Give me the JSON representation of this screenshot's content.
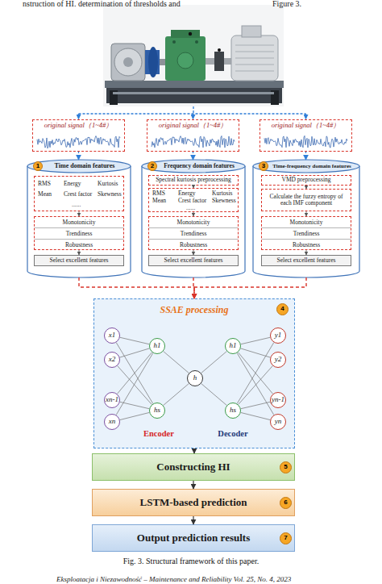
{
  "diagram": {
    "caption": "Fig. 3. Structural framework of this paper.",
    "nodes": [
      {
        "text": [
          "original signal（1~4#）"
        ]
      },
      {
        "text": [
          "original signal（1~4#）"
        ]
      },
      {
        "text": [
          "original signal（1~4#）"
        ]
      },
      {
        "text": [
          "Time domain features"
        ]
      },
      {
        "text": [
          "1"
        ],
        "in": 3
      },
      {
        "text": [
          "RMS",
          "Mean",
          "Energy",
          "Crest factor",
          "Kurtosis",
          "Skewness",
          "......"
        ],
        "in": 3
      },
      {
        "text": [
          "Monotonicity",
          "Trendiness",
          "Robustness"
        ],
        "in": 3
      },
      {
        "text": [
          "Select excellent features"
        ],
        "in": 3
      },
      {
        "text": [
          "Frequency domain features"
        ]
      },
      {
        "text": [
          "2"
        ],
        "in": 8
      },
      {
        "text": [
          "Spectral kurtosis preprocessing"
        ],
        "in": 8
      },
      {
        "text": [
          "RMS",
          "Mean",
          "Energy",
          "Crest factor",
          "Kurtosis",
          "Skewness",
          "......"
        ],
        "in": 8
      },
      {
        "text": [
          "Monotonicity",
          "Trendiness",
          "Robustness"
        ],
        "in": 8
      },
      {
        "text": [
          "Select excellent features"
        ],
        "in": 8
      },
      {
        "text": [
          "Time-frequency domain features"
        ]
      },
      {
        "text": [
          "3"
        ],
        "in": 14
      },
      {
        "text": [
          "VMD preprocessing"
        ],
        "in": 14
      },
      {
        "text": [
          "Calculate the fuzzy entropy of each IMF component"
        ],
        "in": 14
      },
      {
        "text": [
          "Monotonicity",
          "Trendiness",
          "Robustness"
        ],
        "in": 14
      },
      {
        "text": [
          "Select excellent features"
        ],
        "in": 14
      },
      {
        "text": [
          "SSAE processing",
          "Encoder",
          "Decoder"
        ]
      },
      {
        "text": [
          "4"
        ],
        "in": 20
      },
      {
        "text": [
          "x1"
        ],
        "in": 20
      },
      {
        "text": [
          "x2"
        ],
        "in": 20
      },
      {
        "text": [
          "xn-1"
        ],
        "in": 20
      },
      {
        "text": [
          "xn"
        ],
        "in": 20
      },
      {
        "text": [
          "h1"
        ],
        "in": 20
      },
      {
        "text": [
          "hs"
        ],
        "in": 20
      },
      {
        "text": [
          "h"
        ],
        "in": 20
      },
      {
        "text": [
          "h1"
        ],
        "in": 20
      },
      {
        "text": [
          "hs"
        ],
        "in": 20
      },
      {
        "text": [
          "y1"
        ],
        "in": 20
      },
      {
        "text": [
          "y2"
        ],
        "in": 20
      },
      {
        "text": [
          "yn-1"
        ],
        "in": 20
      },
      {
        "text": [
          "yn"
        ],
        "in": 20
      },
      {
        "text": [
          "Constructing HI"
        ]
      },
      {
        "text": [
          "5"
        ],
        "in": 35
      },
      {
        "text": [
          "LSTM-based prediction"
        ]
      },
      {
        "text": [
          "6"
        ],
        "in": 37
      },
      {
        "text": [
          "Output prediction results"
        ]
      },
      {
        "text": [
          "7"
        ],
        "in": 39
      }
    ],
    "edges": [
      {
        "from": 0,
        "to": 3,
        "arrow": "to"
      },
      {
        "from": 1,
        "to": 8,
        "arrow": "to"
      },
      {
        "from": 2,
        "to": 14,
        "arrow": "to"
      },
      {
        "from": 5,
        "to": 6,
        "arrow": "to"
      },
      {
        "from": 6,
        "to": 7,
        "arrow": "to"
      },
      {
        "from": 10,
        "to": 11,
        "arrow": "to"
      },
      {
        "from": 11,
        "to": 12,
        "arrow": "to"
      },
      {
        "from": 12,
        "to": 13,
        "arrow": "to"
      },
      {
        "from": 16,
        "to": 17,
        "arrow": "to"
      },
      {
        "from": 17,
        "to": 18,
        "arrow": "to"
      },
      {
        "from": 18,
        "to": 19,
        "arrow": "to"
      },
      {
        "from": 3,
        "to": 20,
        "arrow": "to"
      },
      {
        "from": 8,
        "to": 20,
        "arrow": "to"
      },
      {
        "from": 14,
        "to": 20,
        "arrow": "to"
      },
      {
        "from": 22,
        "to": 26,
        "arrow": "none"
      },
      {
        "from": 22,
        "to": 27,
        "arrow": "none"
      },
      {
        "from": 23,
        "to": 26,
        "arrow": "none"
      },
      {
        "from": 23,
        "to": 27,
        "arrow": "none"
      },
      {
        "from": 24,
        "to": 26,
        "arrow": "none"
      },
      {
        "from": 24,
        "to": 27,
        "arrow": "none"
      },
      {
        "from": 25,
        "to": 26,
        "arrow": "none"
      },
      {
        "from": 25,
        "to": 27,
        "arrow": "none"
      },
      {
        "from": 26,
        "to": 28,
        "arrow": "none"
      },
      {
        "from": 27,
        "to": 28,
        "arrow": "none"
      },
      {
        "from": 28,
        "to": 29,
        "arrow": "none"
      },
      {
        "from": 28,
        "to": 30,
        "arrow": "none"
      },
      {
        "from": 29,
        "to": 31,
        "arrow": "none"
      },
      {
        "from": 29,
        "to": 32,
        "arrow": "none"
      },
      {
        "from": 29,
        "to": 33,
        "arrow": "none"
      },
      {
        "from": 29,
        "to": 34,
        "arrow": "none"
      },
      {
        "from": 30,
        "to": 31,
        "arrow": "none"
      },
      {
        "from": 30,
        "to": 32,
        "arrow": "none"
      },
      {
        "from": 30,
        "to": 33,
        "arrow": "none"
      },
      {
        "from": 30,
        "to": 34,
        "arrow": "none"
      },
      {
        "from": 20,
        "to": 35,
        "arrow": "to"
      },
      {
        "from": 35,
        "to": 37,
        "arrow": "to"
      },
      {
        "from": 37,
        "to": 39,
        "arrow": "to"
      }
    ],
    "labels": [
      "nstruction of HI. determination of thresholds and",
      "Figure 3.",
      "Eksploatacja i Niezawodność – Maintenance and Reliability Vol. 25, No. 4, 2023"
    ]
  }
}
